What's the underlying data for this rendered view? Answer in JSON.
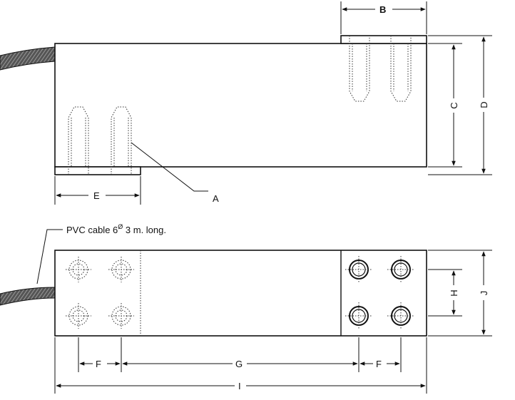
{
  "diagram": {
    "cable_note": "PVC cable 6",
    "cable_note_sup": "Ø",
    "cable_note_tail": " 3 m. long.",
    "dimension_labels": {
      "a": "A",
      "b": "B",
      "c": "C",
      "d": "D",
      "e": "E",
      "f_left": "F",
      "f_right": "F",
      "g": "G",
      "h": "H",
      "i": "I",
      "j": "J"
    }
  }
}
